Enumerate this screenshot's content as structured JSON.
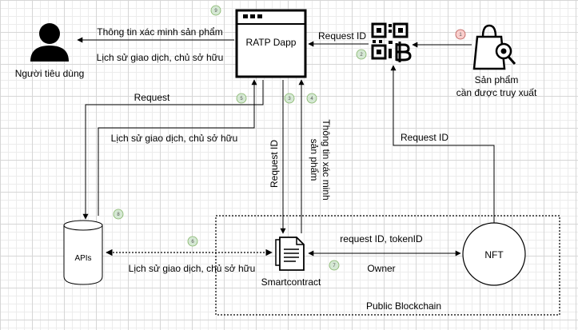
{
  "nodes": {
    "dapp": "RATP Dapp",
    "consumer": "Người tiêu dùng",
    "product_line1": "Sản phẩm",
    "product_line2": "cần được truy xuất",
    "apis": "APIs",
    "smartcontract": "Smartcontract",
    "nft": "NFT",
    "blockchain": "Public Blockchain"
  },
  "edges": {
    "verify_info": "Thông tin xác minh sản phẩm",
    "history_top": "Lịch sử giao dịch, chủ sở hữu",
    "request_id_qr": "Request ID",
    "request_left": "Request",
    "history_mid": "Lịch sử giao dịch, chủ sở hữu",
    "request_id_vertical": "Request ID",
    "verify_vertical_1": "Thông tin xác minh",
    "verify_vertical_2": "sản phẩm",
    "request_id_nft": "Request ID",
    "request_token": "request ID, tokenID",
    "owner": "Owner",
    "history_bottom": "Lịch sử giao dịch, chủ sở hữu"
  },
  "steps": [
    "1",
    "2",
    "3",
    "4",
    "5",
    "6",
    "7",
    "8",
    "9"
  ],
  "colors": {
    "badge_green_fill": "#d5e8d4",
    "badge_green_stroke": "#82b366",
    "badge_red_fill": "#f8cecc",
    "badge_red_stroke": "#b85450"
  }
}
